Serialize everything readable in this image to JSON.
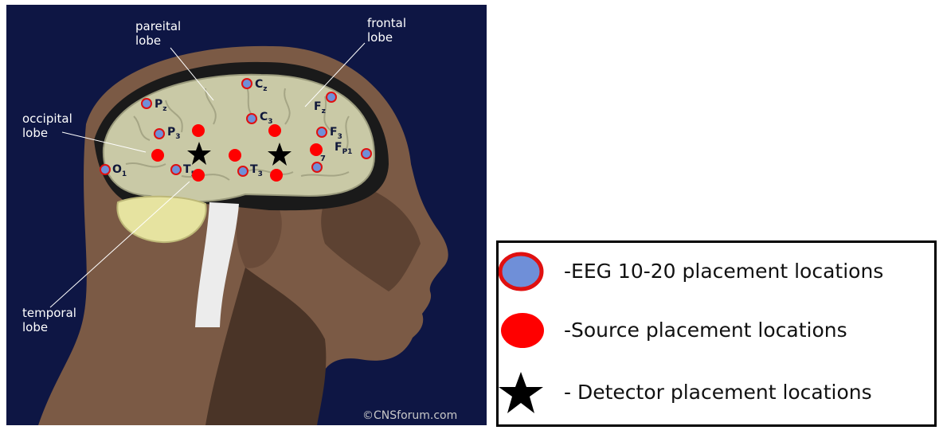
{
  "lobe_labels": {
    "parietal": [
      "pareital",
      "lobe"
    ],
    "frontal": [
      "frontal",
      "lobe"
    ],
    "occipital": [
      "occipital",
      "lobe"
    ],
    "temporal": [
      "temporal",
      "lobe"
    ]
  },
  "electrode_labels": {
    "pz": {
      "base": "P",
      "sub": "z"
    },
    "cz": {
      "base": "C",
      "sub": "z"
    },
    "fz": {
      "base": "F",
      "sub": "z"
    },
    "c3": {
      "base": "C",
      "sub": "3"
    },
    "p3": {
      "base": "P",
      "sub": "3"
    },
    "f3": {
      "base": "F",
      "sub": "3"
    },
    "fp1": {
      "base": "F",
      "sub": "P1"
    },
    "f7": {
      "base": "",
      "sub": "7"
    },
    "o1": {
      "base": "O",
      "sub": "1"
    },
    "t5": {
      "base": "T",
      "sub": "5"
    },
    "t3": {
      "base": "T",
      "sub": "3"
    }
  },
  "credit": "©CNSforum.com",
  "legend": {
    "eeg": "-EEG 10-20 placement locations",
    "source": "-Source placement locations",
    "detector": "- Detector placement locations"
  },
  "colors": {
    "background": "#0e1644",
    "eeg_fill": "#6f8fd8",
    "eeg_stroke": "#e01010",
    "source": "#ff0000",
    "detector": "#000000",
    "brain": "#c9c9a6",
    "skin": "#7b5a45"
  }
}
